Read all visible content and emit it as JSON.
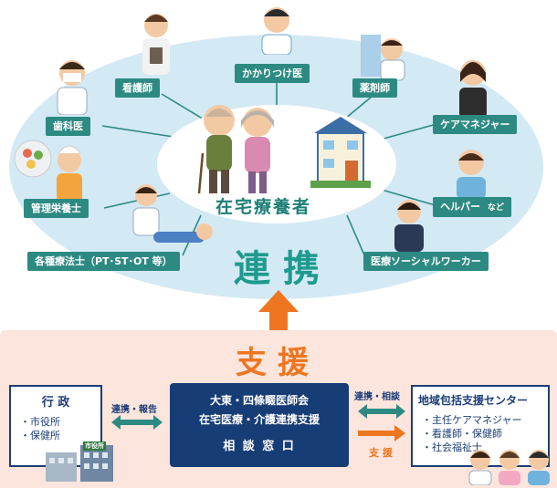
{
  "center": {
    "label": "在宅療養者"
  },
  "cooperation": {
    "label": "連携"
  },
  "roles": {
    "doctor": "かかりつけ医",
    "nurse": "看護師",
    "pharmacist": "薬剤師",
    "dentist": "歯科医",
    "care_manager": "ケアマネジャー",
    "dietitian": "管理栄養士",
    "helper": "ヘルパー",
    "helper_suffix": "など",
    "therapist": "各種療法士（PT･ST･OT 等）",
    "social_worker": "医療ソーシャルワーカー"
  },
  "support": {
    "label": "支援"
  },
  "gov": {
    "title": "行 政",
    "items": [
      "・市役所",
      "・保健所"
    ],
    "building_sign": "市役所"
  },
  "link_left": {
    "label": "連携・報告"
  },
  "center_desk": {
    "line1": "大東・四條畷医師会",
    "line2": "在宅医療・介護連携支援",
    "line3": "相 談 窓 口"
  },
  "link_right": {
    "top_label": "連携・相談",
    "bottom_label": "支 援"
  },
  "center_org": {
    "title": "地域包括支援センター",
    "items": [
      "・主任ケアマネジャー",
      "・看護師・保健師",
      "・社会福祉士"
    ]
  },
  "colors": {
    "teal": "#2d8a82",
    "navy": "#163d75",
    "orange": "#ee7621",
    "sky": "#d3e9f4",
    "peach": "#fbe5dc"
  }
}
